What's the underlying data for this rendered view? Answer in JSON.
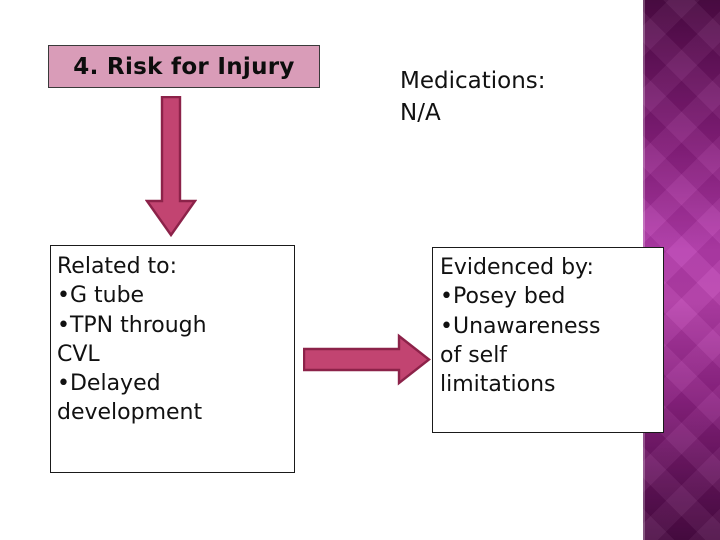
{
  "slide": {
    "title": "4. Risk for Injury",
    "medications": {
      "label": "Medications:",
      "value": "N/A"
    },
    "related_to": {
      "heading": "Related to:",
      "lines": [
        "•G tube",
        "•TPN through",
        "CVL",
        "•Delayed",
        "development"
      ]
    },
    "evidenced_by": {
      "heading": "Evidenced by:",
      "lines": [
        "•Posey bed",
        "•Unawareness",
        "of self",
        "limitations"
      ]
    },
    "arrows": {
      "down": "down-arrow",
      "right": "right-arrow"
    },
    "colors": {
      "title_fill": "#d99cb8",
      "title_border": "#3a3a3a",
      "arrow_fill": "#c24471",
      "arrow_border": "#8c2249",
      "band_dark": "#4e0c46",
      "band_bright": "#b840ad",
      "text": "#111111",
      "box_border": "#1a1a1a",
      "background": "#ffffff"
    }
  }
}
